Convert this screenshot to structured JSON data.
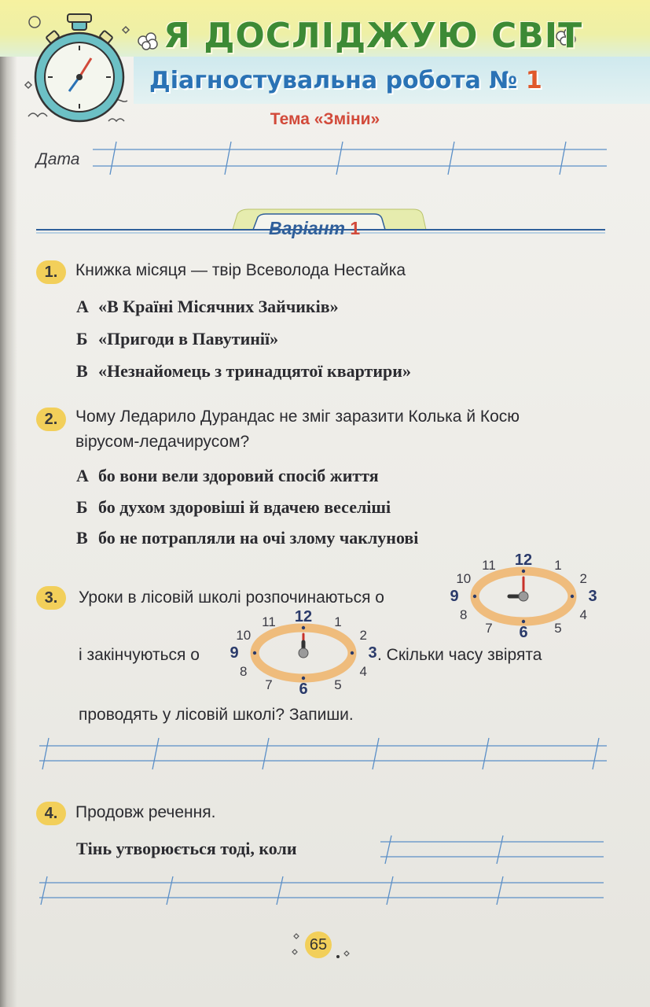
{
  "header": {
    "series_title": "Я ДОСЛІДЖУЮ СВІТ",
    "work_title": "Діагностувальна робота №",
    "work_number": "1",
    "topic": "Тема «Зміни»"
  },
  "date_label": "Дата",
  "variant": {
    "label": "Варіант",
    "number": "1"
  },
  "tasks": [
    {
      "number": "1.",
      "question": "Книжка місяця — твір Всеволода Нестайка",
      "options": [
        {
          "letter": "А",
          "text": "«В Країні Місячних Зайчиків»"
        },
        {
          "letter": "Б",
          "text": "«Пригоди в Павутинії»"
        },
        {
          "letter": "В",
          "text": "«Незнайомець з тринадцятої квартири»"
        }
      ]
    },
    {
      "number": "2.",
      "question_line1": "Чому Ледарило Дурандас не зміг заразити Колька й Косю",
      "question_line2": "вірусом-ледачирусом?",
      "options": [
        {
          "letter": "А",
          "text": "бо вони вели здоровий спосіб життя"
        },
        {
          "letter": "Б",
          "text": "бо духом здоровіші й вдачею веселіші"
        },
        {
          "letter": "В",
          "text": "бо не потрапляли на очі злому чаклунові"
        }
      ]
    },
    {
      "number": "3.",
      "line1": "Уроки в лісовій школі розпочинаються о",
      "line2_start": "і закінчуються о",
      "line2_end": ".  Скільки часу звірята",
      "line3": "проводять у лісовій школі? Запиши.",
      "clock_numbers": [
        "12",
        "1",
        "2",
        "3",
        "4",
        "5",
        "6",
        "7",
        "8",
        "9",
        "10",
        "11"
      ],
      "start_clock": {
        "hour": 9,
        "minute": 0
      },
      "end_clock": {
        "hour": 12,
        "minute": 0
      }
    },
    {
      "number": "4.",
      "instruction": "Продовж речення.",
      "sentence": "Тінь утворюється тоді, коли"
    }
  ],
  "page_number": "65",
  "colors": {
    "green_title": "#3d8a35",
    "blue_title": "#2a72b5",
    "red_accent": "#d24a3a",
    "badge_yellow": "#f2cf5a",
    "line_blue": "#5b8fc7",
    "clock_ring": "#f0b46a"
  }
}
